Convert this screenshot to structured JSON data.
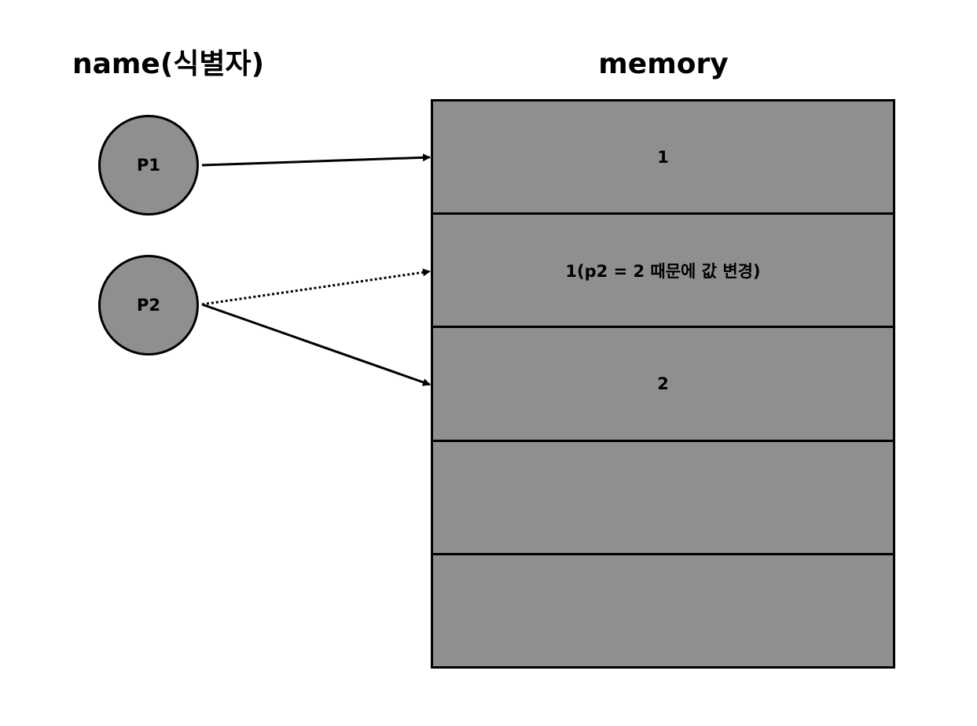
{
  "headings": {
    "names": "name(식별자)",
    "memory": "memory"
  },
  "nodes": [
    "P1",
    "P2"
  ],
  "memory_cells": [
    "1",
    "1(p2 = 2 때문에 값 변경)",
    "2",
    "",
    ""
  ],
  "colors": {
    "fill": "#8f8f8f",
    "stroke": "#000000",
    "background": "#ffffff"
  }
}
